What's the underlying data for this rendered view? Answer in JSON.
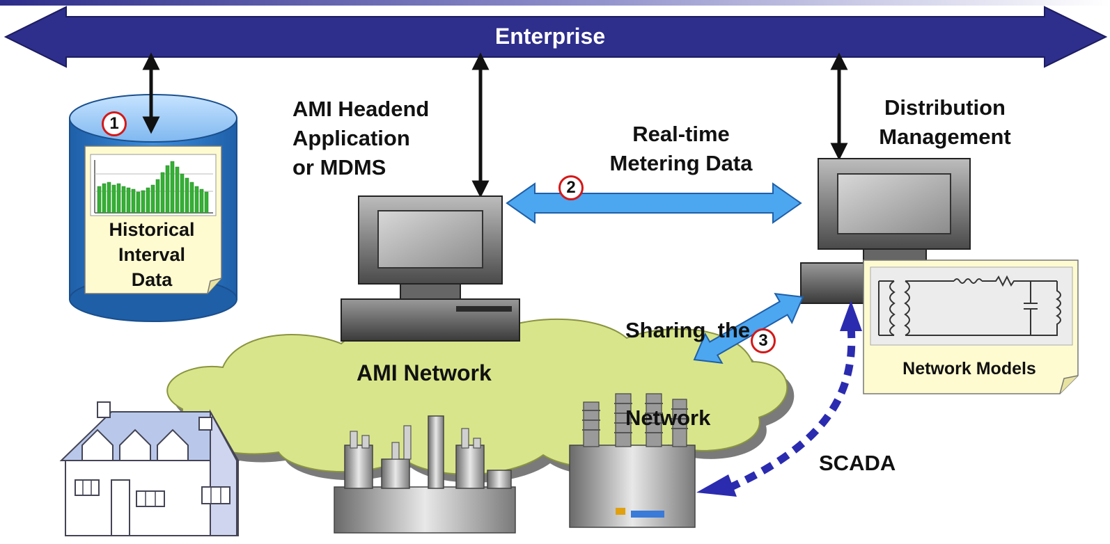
{
  "labels": {
    "enterprise": "Enterprise",
    "historical_data": [
      "Historical",
      "Interval",
      "Data"
    ],
    "ami_headend": [
      "AMI Headend",
      "Application",
      "or MDMS"
    ],
    "realtime_metering": [
      "Real-time",
      "Metering Data"
    ],
    "distribution_management": [
      "Distribution",
      "Management"
    ],
    "sharing_network": [
      "Sharing  the",
      "Network"
    ],
    "ami_network": "AMI Network",
    "network_models": "Network Models",
    "scada": "SCADA"
  },
  "badges": {
    "one": "1",
    "two": "2",
    "three": "3"
  },
  "colors": {
    "enterprise_bus": "#2e2e8c",
    "cylinder": "#2f7fd0",
    "realtime_arrow": "#4da6f0",
    "cloud": "#d9e58a",
    "scada_arrow": "#2b2bb0",
    "note": "#fffbd0",
    "badge_border": "#d41818",
    "bars": "#33b133"
  }
}
